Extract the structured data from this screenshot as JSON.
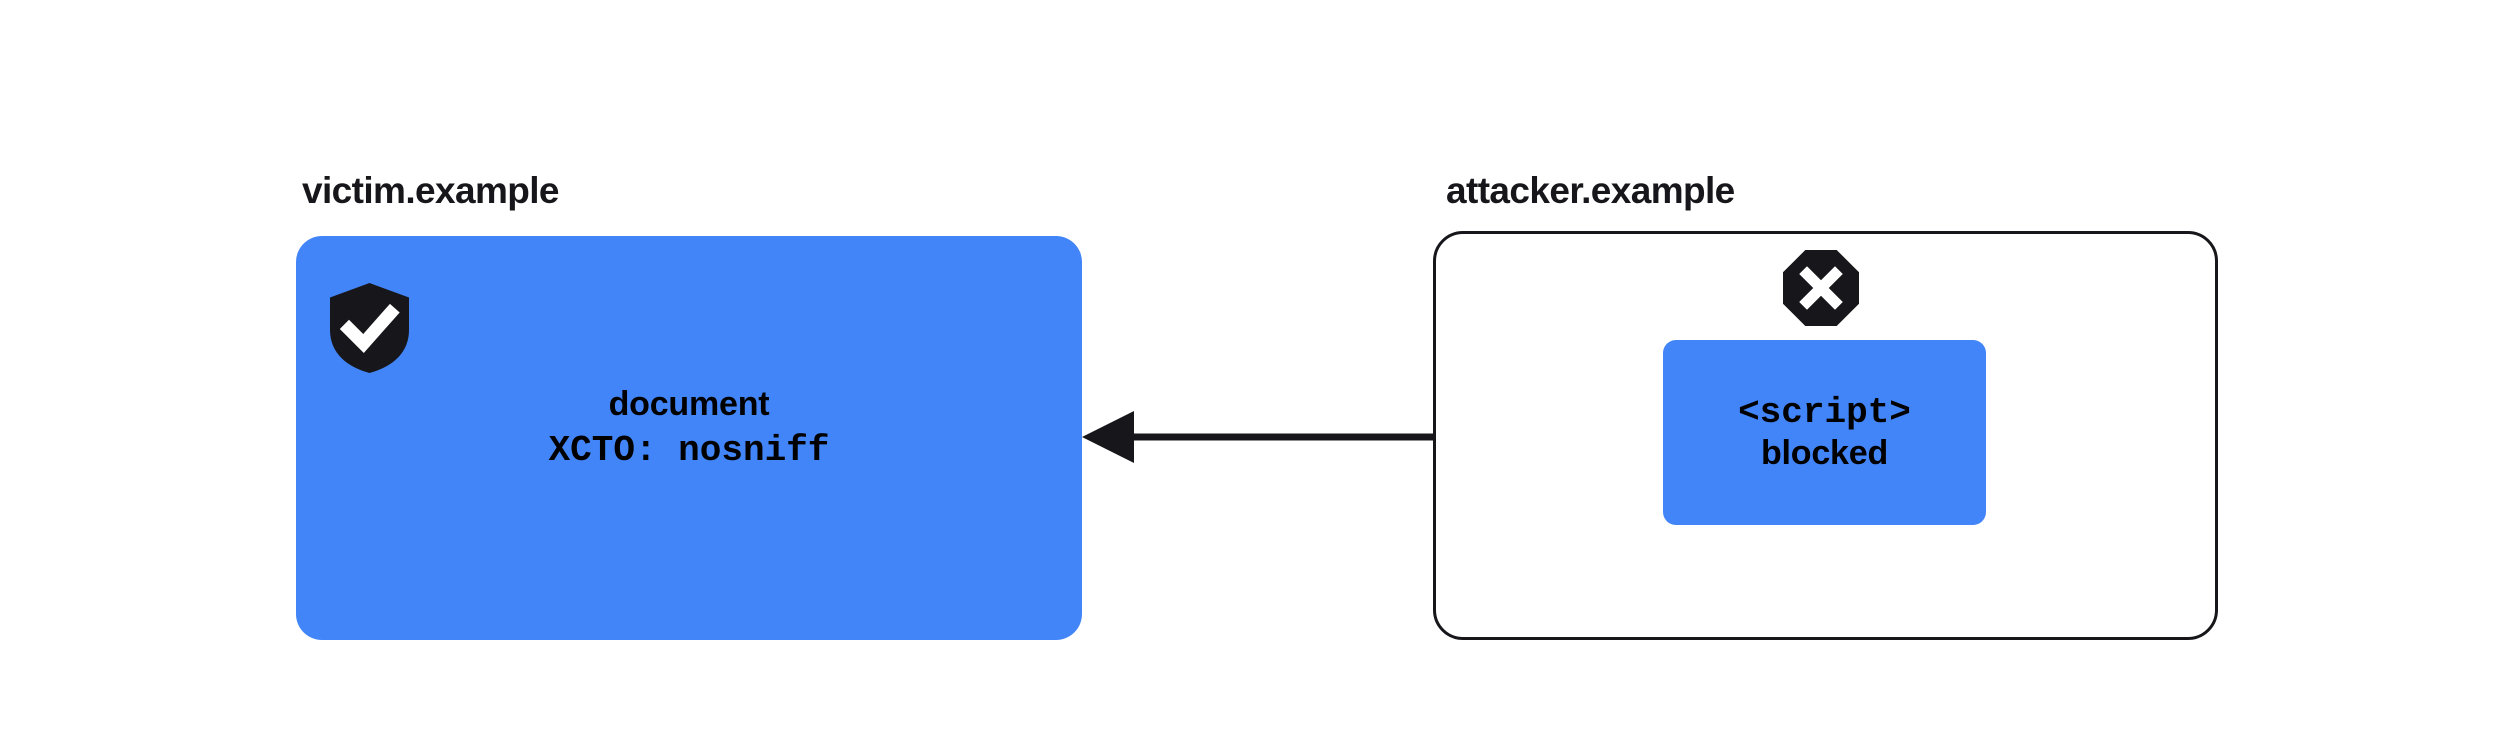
{
  "diagram": {
    "background_color": "#ffffff",
    "accent_color": "#4285f8",
    "ink_color": "#17171b",
    "victim": {
      "label": "victim.example",
      "shield_icon": "shield-check-icon",
      "document_title": "document",
      "document_header": "XCTO: nosniff"
    },
    "attacker": {
      "label": "attacker.example",
      "blocked_icon": "octagon-x-icon",
      "script_tag": "<script>",
      "script_state": "blocked"
    },
    "arrow": {
      "name": "blocked-request-arrow",
      "direction": "right-to-left",
      "color": "#17171b"
    }
  }
}
